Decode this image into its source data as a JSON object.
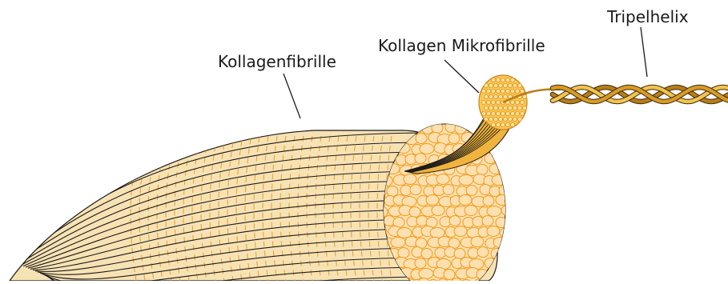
{
  "labels": {
    "fibril": "Kollagenfibrille",
    "microfibril": "Kollagen Mikrofibrille",
    "triple_helix": "Tripelhelix"
  },
  "colors": {
    "fibril_fill": "#f7e2b4",
    "cell_fill": "#fde0b0",
    "cell_outline": "#f29b1a",
    "fiber_line": "#1a1a1a",
    "micro_fill": "#f0b43c",
    "helix_light": "#f3c44a",
    "helix_dark": "#b87d16"
  }
}
